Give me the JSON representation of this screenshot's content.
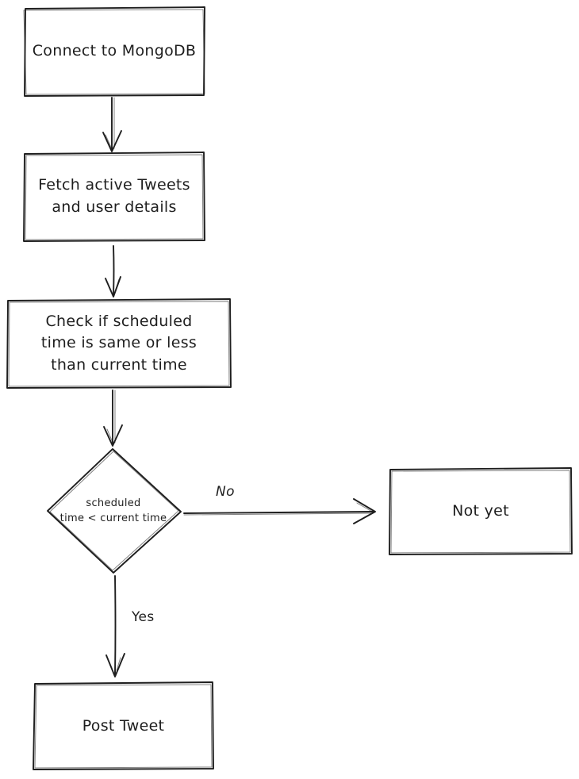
{
  "diagram": {
    "ink_color": "#1e1e1e",
    "background_color": "#ffffff",
    "nodes": {
      "connect": {
        "lines": [
          "Connect to MongoDB"
        ]
      },
      "fetch": {
        "lines": [
          "Fetch active Tweets",
          "and user details"
        ]
      },
      "check": {
        "lines": [
          "Check if scheduled",
          "time is same or less",
          "than current time"
        ]
      },
      "decision": {
        "lines": [
          "scheduled",
          "time < current time"
        ]
      },
      "not_yet": {
        "lines": [
          "Not yet"
        ]
      },
      "post": {
        "lines": [
          "Post Tweet"
        ]
      }
    },
    "edges": {
      "no": {
        "label": "No"
      },
      "yes": {
        "label": "Yes"
      }
    }
  }
}
